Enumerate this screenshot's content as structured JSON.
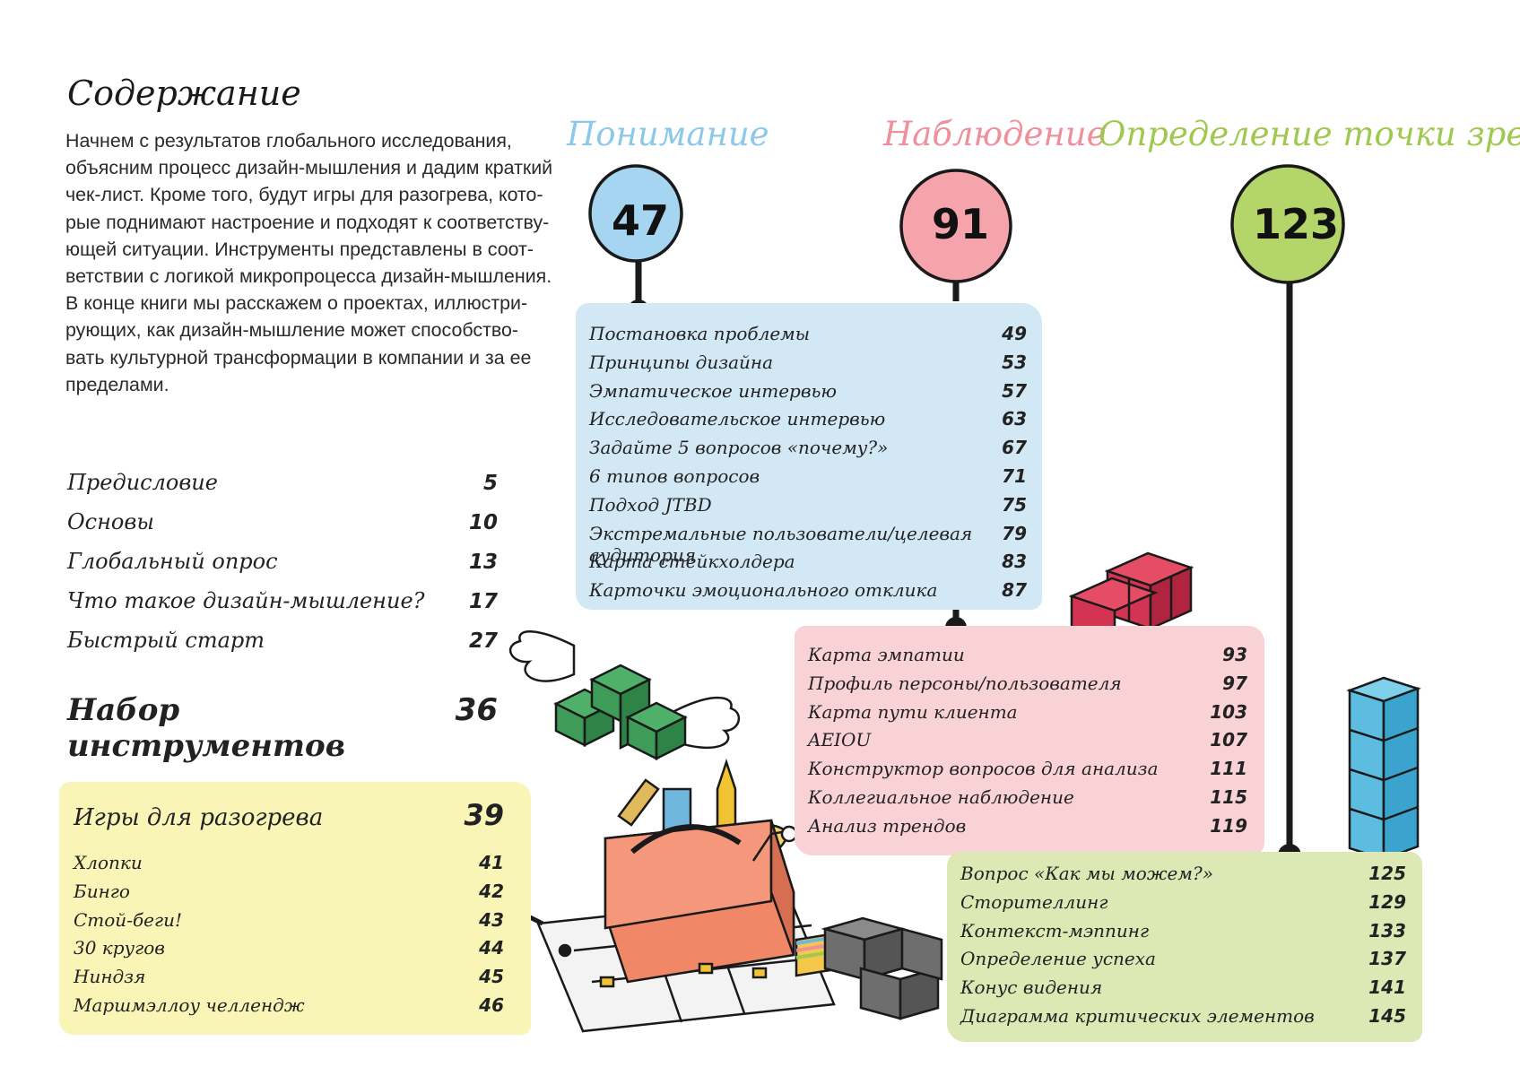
{
  "header": {
    "title": "Содержание",
    "intro": "Начнем с результатов глобального исследования, объясним процесс дизайн-мышления и дадим краткий чек-лист. Кроме того, будут игры для разогрева, которые поднимают настроение и подходят к соответствующей ситуации. Инструменты представлены в соответствии с логикой микропроцесса дизайн-мышления. В конце книги мы расскажем о проектах, иллюстрирующих, как дизайн-мышление может способствовать культурной трансформации в компании и за ее пределами."
  },
  "intro_lines": [
    "Начнем с результатов глобального исследования,",
    "объясним процесс дизайн-мышления и дадим краткий",
    "чек-лист. Кроме того, будут игры для разогрева, кото-",
    "рые поднимают настроение и подходят к соответству-",
    "ющей ситуации. Инструменты представлены в соот-",
    "ветствии с логикой микропроцесса дизайн-мышления.",
    "В конце книги мы расскажем о проектах, иллюстри-",
    "рующих, как дизайн-мышление может способство-",
    "вать культурной трансформации в компании и за ее",
    "пределами."
  ],
  "toc": [
    {
      "label": "Предисловие",
      "page": "5"
    },
    {
      "label": "Основы",
      "page": "10"
    },
    {
      "label": "Глобальный опрос",
      "page": "13"
    },
    {
      "label": "Что такое дизайн-мышление?",
      "page": "17"
    },
    {
      "label": "Быстрый старт",
      "page": "27"
    }
  ],
  "toolkit": {
    "label": "Набор инструментов",
    "page": "36"
  },
  "games": {
    "title": "Игры для разогрева",
    "page": "39",
    "items": [
      {
        "label": "Хлопки",
        "page": "41"
      },
      {
        "label": "Бинго",
        "page": "42"
      },
      {
        "label": "Стой-беги!",
        "page": "43"
      },
      {
        "label": "30 кругов",
        "page": "44"
      },
      {
        "label": "Ниндзя",
        "page": "45"
      },
      {
        "label": "Маршмэллоу челлендж",
        "page": "46"
      }
    ]
  },
  "phases": [
    {
      "title": "Понимание",
      "page": "47",
      "color": "#8cc8ea",
      "balloon_color": "#a6d5f2",
      "items": [
        {
          "label": "Постановка проблемы",
          "page": "49"
        },
        {
          "label": "Принципы дизайна",
          "page": "53"
        },
        {
          "label": "Эмпатическое интервью",
          "page": "57"
        },
        {
          "label": "Исследовательское интервью",
          "page": "63"
        },
        {
          "label": "Задайте 5 вопросов «почему?»",
          "page": "67"
        },
        {
          "label": "6 типов вопросов",
          "page": "71"
        },
        {
          "label": "Подход JTBD",
          "page": "75"
        },
        {
          "label": "Экстремальные пользователи/целевая аудитория",
          "page": "79"
        },
        {
          "label": "Карта стейкхолдера",
          "page": "83"
        },
        {
          "label": "Карточки эмоционального отклика",
          "page": "87"
        }
      ]
    },
    {
      "title": "Наблюдение",
      "page": "91",
      "color": "#ee8f9b",
      "balloon_color": "#f6a4ab",
      "items": [
        {
          "label": "Карта эмпатии",
          "page": "93"
        },
        {
          "label": "Профиль персоны/пользователя",
          "page": "97"
        },
        {
          "label": "Карта пути клиента",
          "page": "103"
        },
        {
          "label": "AEIOU",
          "page": "107"
        },
        {
          "label": "Конструктор вопросов для анализа",
          "page": "111"
        },
        {
          "label": "Коллегиальное наблюдение",
          "page": "115"
        },
        {
          "label": "Анализ трендов",
          "page": "119"
        }
      ]
    },
    {
      "title": "Определение точки зрения",
      "page": "123",
      "color": "#9fc94e",
      "balloon_color": "#b3d56a",
      "items": [
        {
          "label": "Вопрос «Как мы можем?»",
          "page": "125"
        },
        {
          "label": "Сторителлинг",
          "page": "129"
        },
        {
          "label": "Контекст-мэппинг",
          "page": "133"
        },
        {
          "label": "Определение успеха",
          "page": "137"
        },
        {
          "label": "Конус видения",
          "page": "141"
        },
        {
          "label": "Диаграмма критических элементов",
          "page": "145"
        }
      ]
    }
  ],
  "colors": {
    "understand_panel": "#d3e8f5",
    "observe_panel": "#f9d2d6",
    "define_panel": "#dde9b4",
    "games_panel": "#f8f5b6",
    "stem": "#1a1a1a"
  },
  "illustrations": [
    "winged-blocks-icon",
    "red-blocks-icon",
    "blue-blocks-icon",
    "toolbox-icon",
    "gray-blocks-icon"
  ]
}
